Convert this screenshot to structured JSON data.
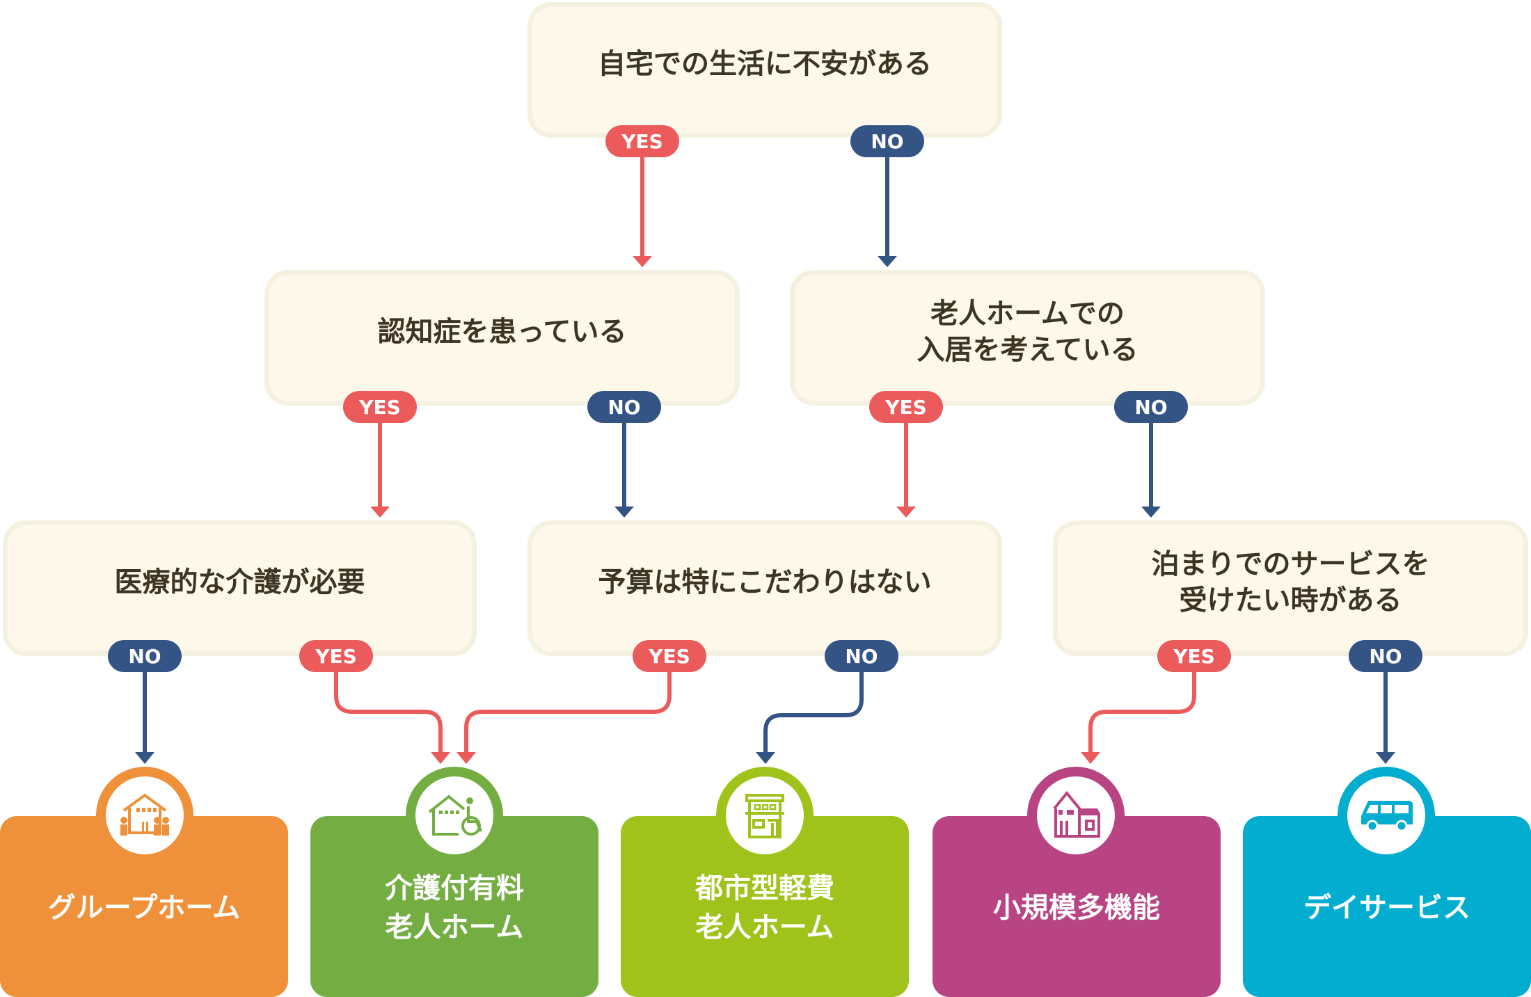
{
  "questions": {
    "q1": "自宅での生活に不安がある",
    "q2": "認知症を患っている",
    "q3_line1": "老人ホームでの",
    "q3_line2": "入居を考えている",
    "q4": "医療的な介護が必要",
    "q5": "予算は特にこだわりはない",
    "q6_line1": "泊まりでのサービスを",
    "q6_line2": "受けたい時がある"
  },
  "labels": {
    "yes": "YES",
    "no": "NO"
  },
  "results": [
    {
      "line1": "グループホーム",
      "line2": "",
      "color": "#ef913a",
      "icon": "group-home-icon"
    },
    {
      "line1": "介護付有料",
      "line2": "老人ホーム",
      "color": "#74ae43",
      "icon": "wheelchair-house-icon"
    },
    {
      "line1": "都市型軽費",
      "line2": "老人ホーム",
      "color": "#a0c31b",
      "icon": "building-icon"
    },
    {
      "line1": "小規模多機能",
      "line2": "",
      "color": "#b84484",
      "icon": "house-icon"
    },
    {
      "line1": "デイサービス",
      "line2": "",
      "color": "#02add0",
      "icon": "van-icon"
    }
  ],
  "colors": {
    "yes": "#ec5b5b",
    "no": "#335484",
    "box_bg": "#fdf8ea",
    "box_border": "#f5f1e1",
    "text": "#3d3424"
  }
}
